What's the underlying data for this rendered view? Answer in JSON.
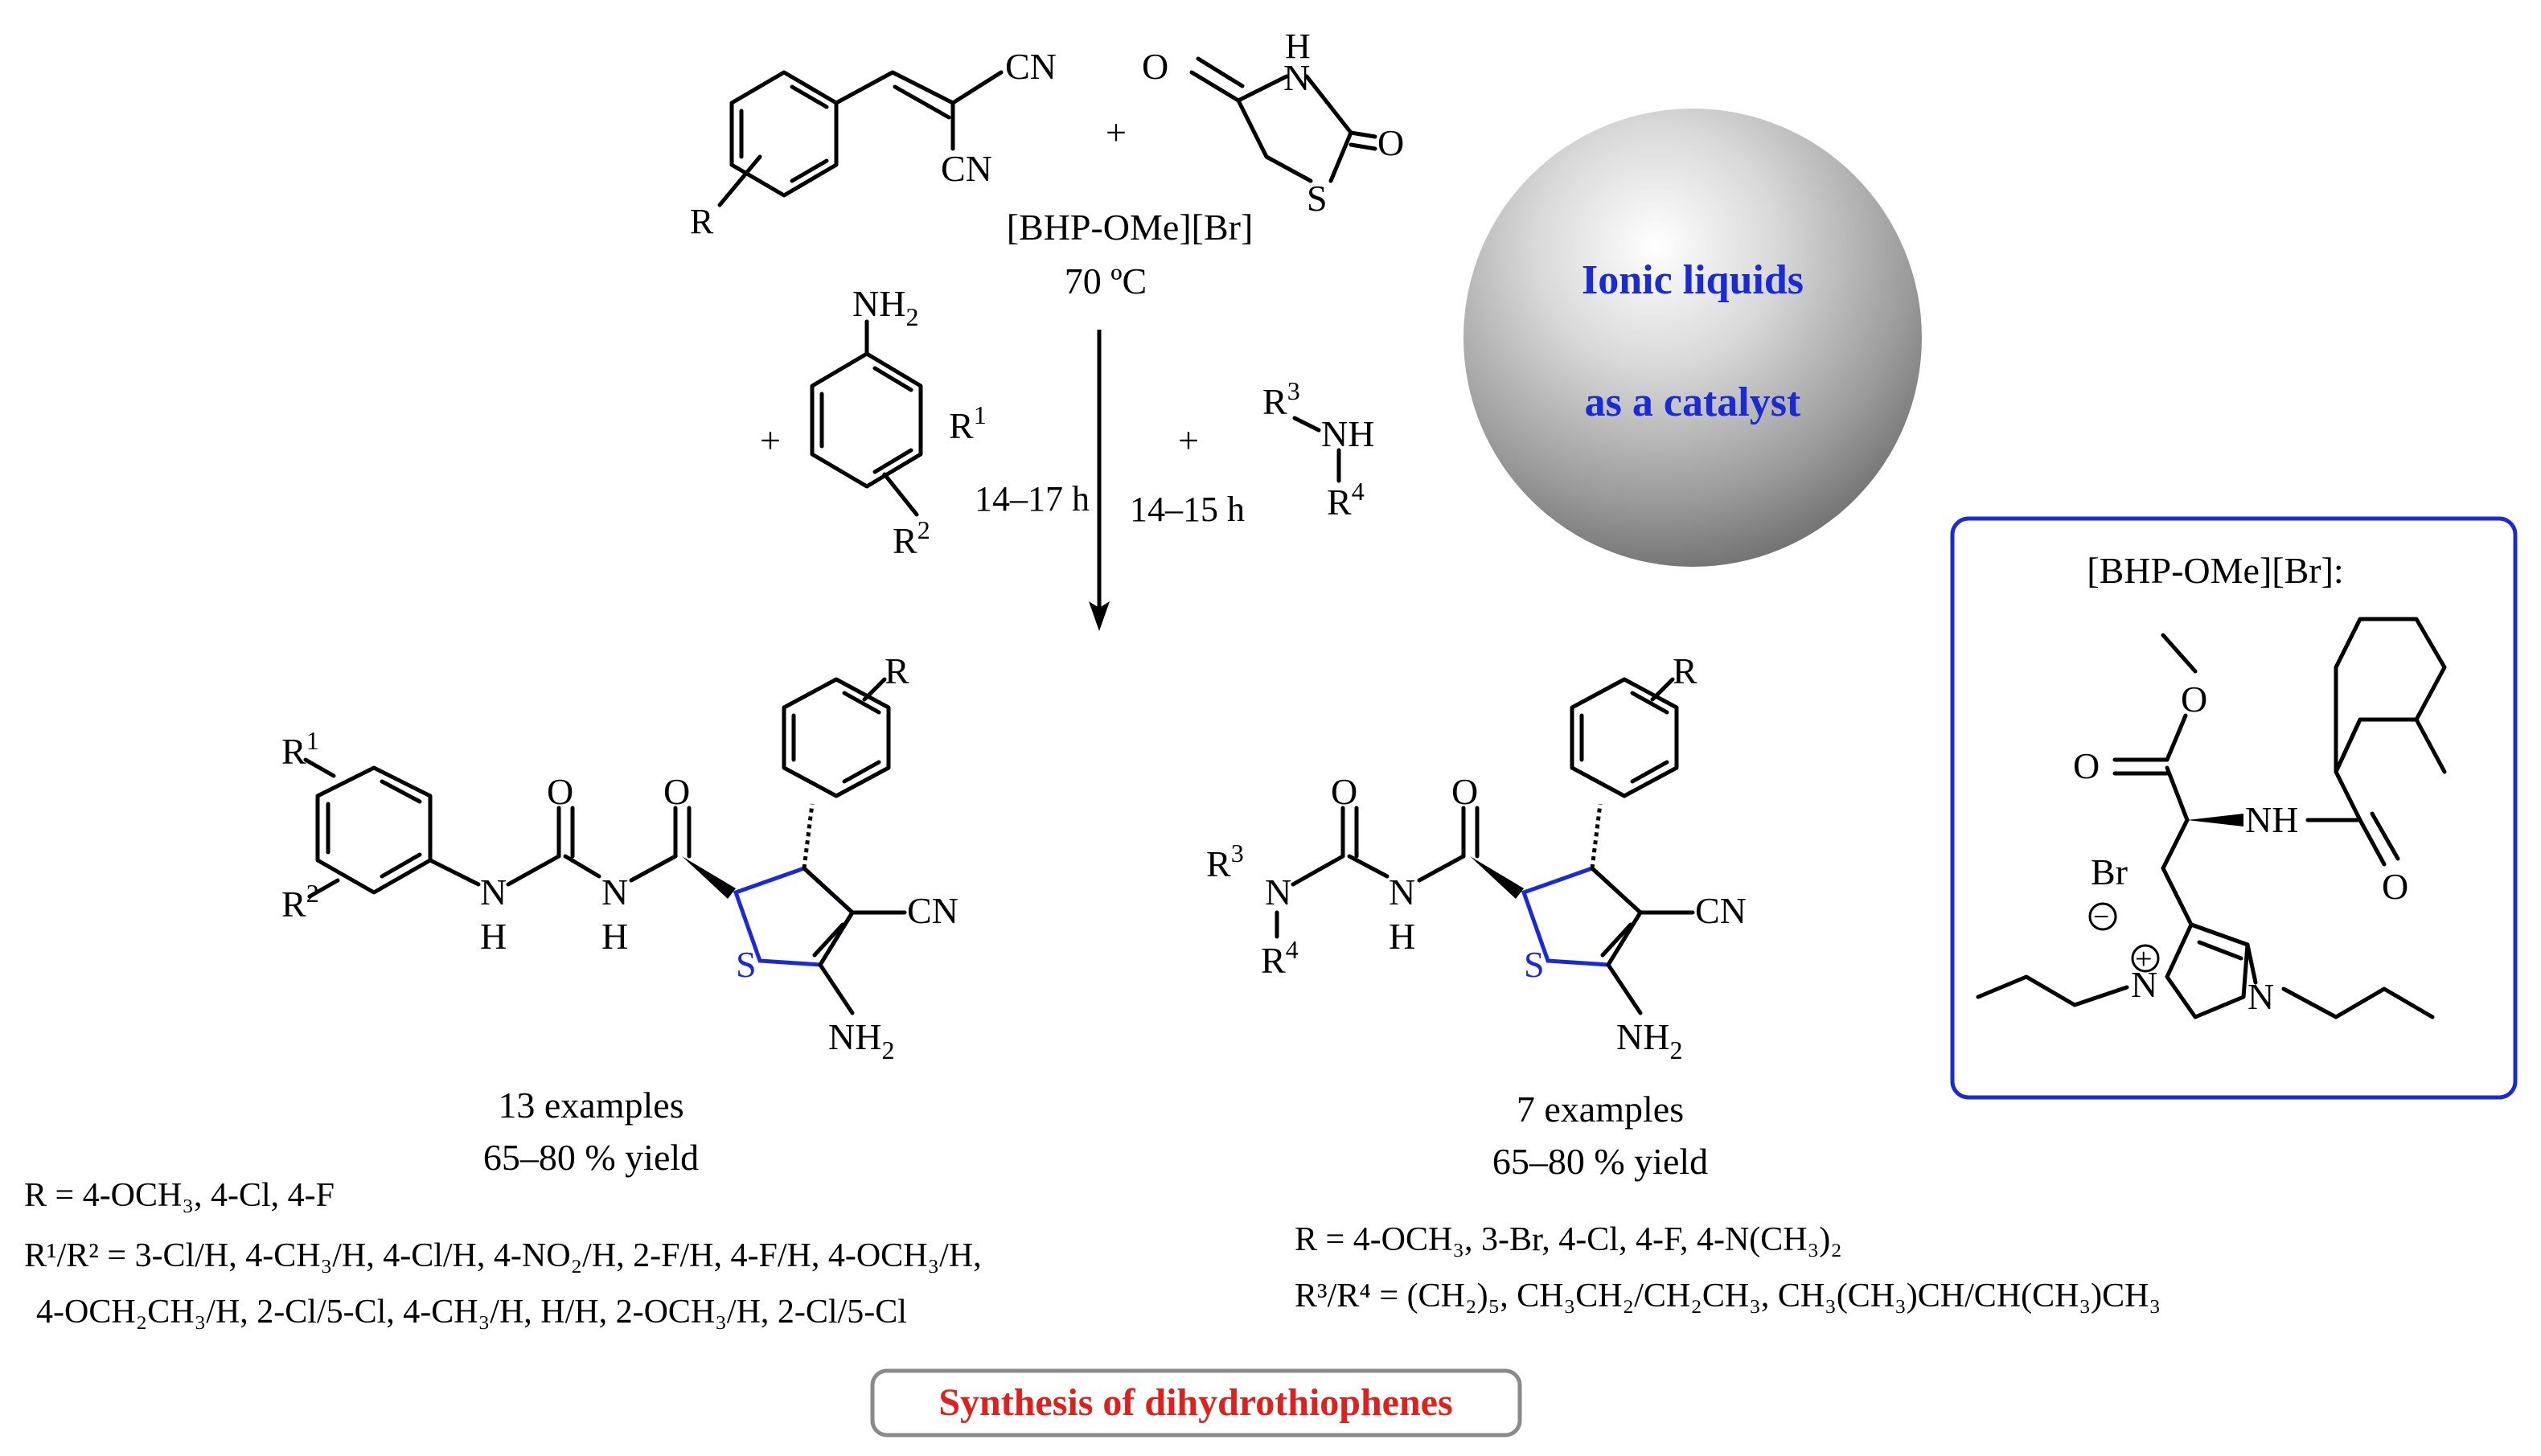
{
  "reactants": {
    "aryl_r_label": "R",
    "cn_top": "CN",
    "cn_bottom": "CN",
    "plus": "+",
    "tzd_h": "H",
    "tzd_n": "N",
    "tzd_o1": "O",
    "tzd_o2": "O",
    "tzd_s": "S"
  },
  "conditions": {
    "catalyst": "[BHP-OMe][Br]",
    "temperature": "70 ºC",
    "time_left": "14–17 h",
    "time_right": "14–15 h"
  },
  "amines": {
    "aniline_nh2": "NH",
    "aniline_nh2_sub": "2",
    "r1": "R",
    "r1_sup": "1",
    "r2": "R",
    "r2_sup": "2",
    "plus1": "+",
    "plus2": "+",
    "r3": "R",
    "r3_sup": "3",
    "nh": "NH",
    "r4": "R",
    "r4_sup": "4"
  },
  "sphere": {
    "line1": "Ionic liquids",
    "line2": "as a catalyst",
    "color": "#1a2bd6"
  },
  "catalyst_box": {
    "title": "[BHP-OMe][Br]:",
    "o1": "O",
    "o2": "O",
    "nh": "NH",
    "o3": "O",
    "br": "Br",
    "minus": "−",
    "plus": "+",
    "n1": "N",
    "n2": "N",
    "border_color": "#1a2bd6"
  },
  "product_left": {
    "r": "R",
    "r1": "R",
    "r1_sup": "1",
    "r2": "R",
    "r2_sup": "2",
    "o1": "O",
    "o2": "O",
    "n1": "N",
    "h1": "H",
    "n2": "N",
    "h2": "H",
    "cn": "CN",
    "s": "S",
    "nh2": "NH",
    "nh2_sub": "2",
    "examples": "13 examples",
    "yield": "65–80 % yield"
  },
  "product_right": {
    "r": "R",
    "r3": "R",
    "r3_sup": "3",
    "r4": "R",
    "r4_sup": "4",
    "o1": "O",
    "o2": "O",
    "n1": "N",
    "n2": "N",
    "h2": "H",
    "cn": "CN",
    "s": "S",
    "nh2": "NH",
    "nh2_sub": "2",
    "examples": "7 examples",
    "yield": "65–80 % yield"
  },
  "substituents_left": {
    "r_line": "R = 4-OCH₃, 4-Cl, 4-F",
    "r1r2_line1": "R¹/R² = 3-Cl/H, 4-CH₃/H, 4-Cl/H,  4-NO₂/H, 2-F/H, 4-F/H, 4-OCH₃/H,",
    "r1r2_line2": "4-OCH₂CH₃/H, 2-Cl/5-Cl, 4-CH₃/H, H/H, 2-OCH₃/H, 2-Cl/5-Cl"
  },
  "substituents_right": {
    "r_line": "R = 4-OCH₃, 3-Br, 4-Cl, 4-F, 4-N(CH₃)₂",
    "r3r4_line": "R³/R⁴ = (CH₂)₅, CH₃CH₂/CH₂CH₃, CH₃(CH₃)CH/CH(CH₃)CH₃"
  },
  "caption": {
    "text": "Synthesis of dihydrothiophenes",
    "color": "#e0201c"
  }
}
